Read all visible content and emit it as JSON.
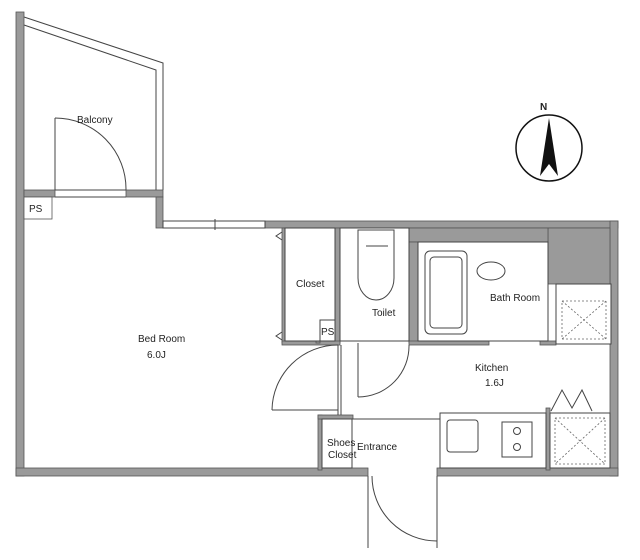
{
  "rooms": {
    "balcony": "Balcony",
    "ps_left": "PS",
    "bed_room": "Bed Room",
    "bed_room_size": "6.0J",
    "closet": "Closet",
    "ps_closet": "PS",
    "toilet": "Toilet",
    "bath_room": "Bath Room",
    "kitchen": "Kitchen",
    "kitchen_size": "1.6J",
    "shoes_closet_1": "Shoes",
    "shoes_closet_2": "Closet",
    "entrance": "Entrance"
  },
  "compass": {
    "label": "N"
  }
}
